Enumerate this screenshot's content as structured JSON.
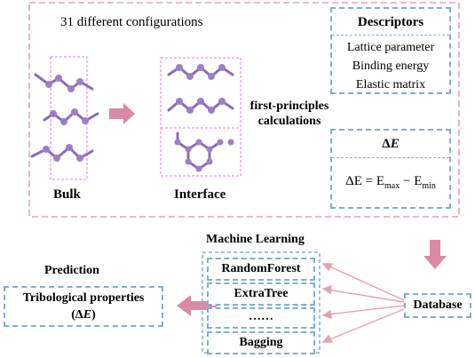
{
  "top": {
    "configurations": "31 different configurations",
    "bulk_label": "Bulk",
    "interface_label": "Interface",
    "fp_line1": "first-principles",
    "fp_line2": "calculations"
  },
  "descriptors": {
    "title": "Descriptors",
    "items": [
      "Lattice parameter",
      "Binding energy",
      "Elastic matrix"
    ]
  },
  "delta": {
    "title_symbol": "Δ",
    "title_var": "E",
    "eq_lhs": "ΔE = E",
    "eq_max": "max",
    "eq_mid": " − E",
    "eq_min": "min"
  },
  "ml": {
    "title": "Machine Learning",
    "models": [
      "RandomForest",
      "ExtraTree",
      "……",
      "Bagging"
    ]
  },
  "database": {
    "label": "Database"
  },
  "prediction": {
    "title": "Prediction",
    "line1": "Tribological properties",
    "line2_open": "(Δ",
    "line2_var": "E",
    "line2_close": ")"
  },
  "colors": {
    "pink_border": "#e0a3b8",
    "blue_border": "#7fb0c8",
    "arrow_pink": "#d98aa6",
    "atom": "#9d7fc8",
    "bond": "#8a6db5",
    "arrow_line": "#e2a2b6"
  }
}
